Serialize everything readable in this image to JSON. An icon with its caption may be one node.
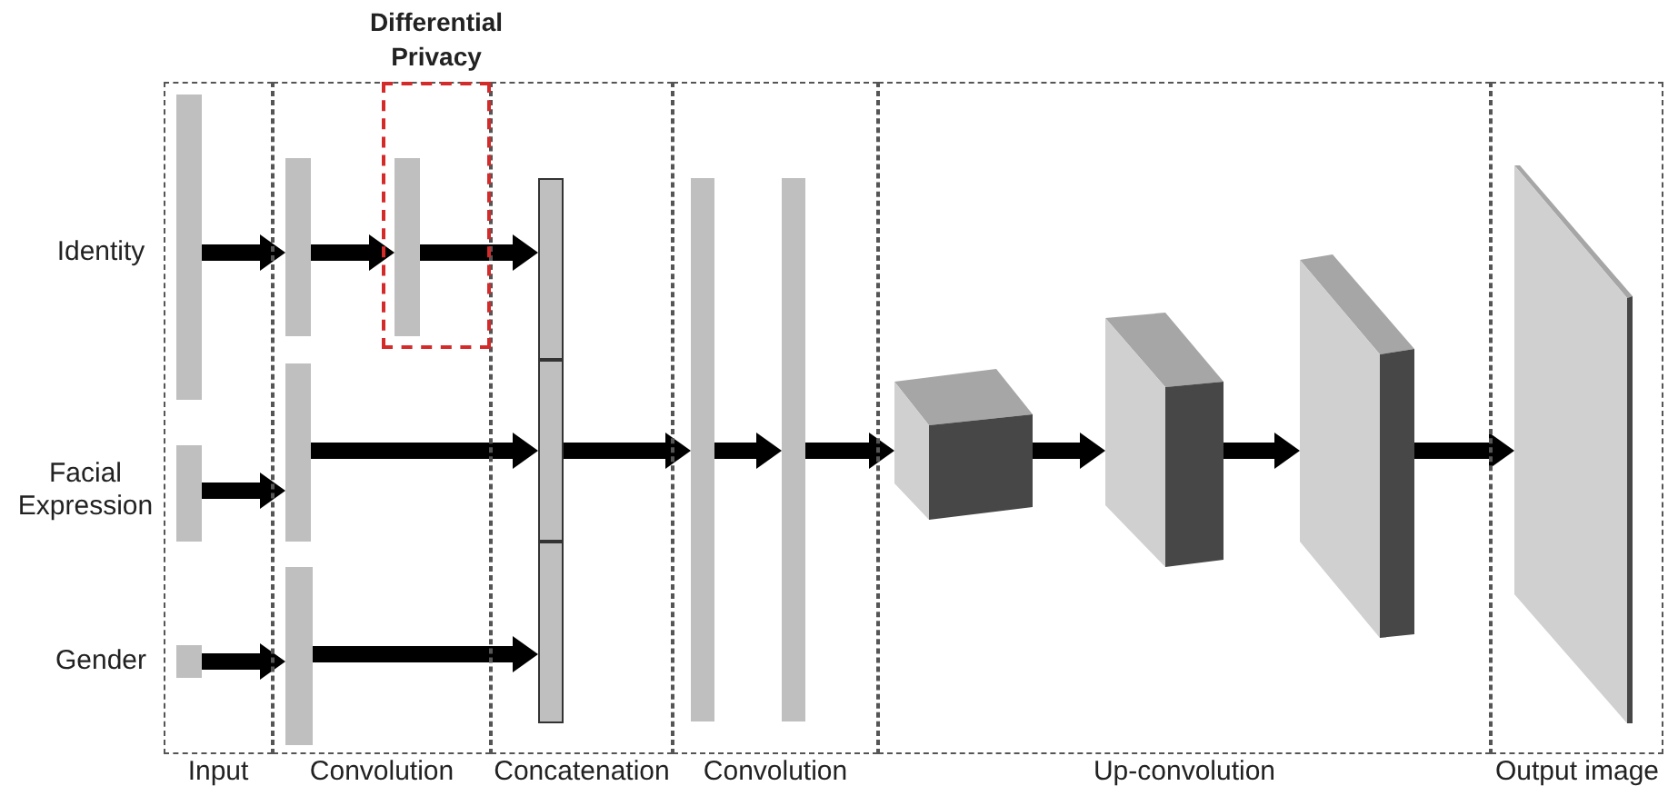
{
  "diagram": {
    "nodes": [
      {
        "text": [
          "Input"
        ]
      },
      {
        "text": [
          "Convolution"
        ]
      },
      {
        "text": [
          "Differential Privacy"
        ],
        "in": 1
      },
      {
        "text": [
          "Concatenation"
        ]
      },
      {
        "text": [
          "Convolution"
        ]
      },
      {
        "text": [
          "Up-convolution"
        ]
      },
      {
        "text": [
          "Output image"
        ]
      },
      {
        "text": [],
        "shape": "bar",
        "in": 0,
        "beside": [
          "Identity"
        ]
      },
      {
        "text": [],
        "shape": "bar",
        "in": 0,
        "beside": [
          "Facial Expression"
        ]
      },
      {
        "text": [],
        "shape": "bar",
        "in": 0,
        "beside": [
          "Gender"
        ]
      },
      {
        "text": [],
        "shape": "bar",
        "in": 1
      },
      {
        "text": [],
        "shape": "bar",
        "in": 1
      },
      {
        "text": [],
        "shape": "bar",
        "in": 1
      },
      {
        "text": [],
        "shape": "bar",
        "in": 2
      },
      {
        "text": [],
        "shape": "bar",
        "in": 3
      },
      {
        "text": [],
        "shape": "bar",
        "in": 3
      },
      {
        "text": [],
        "shape": "bar",
        "in": 3
      },
      {
        "text": [],
        "shape": "bar",
        "in": 4
      },
      {
        "text": [],
        "shape": "bar",
        "in": 4
      },
      {
        "text": [],
        "shape": "box",
        "in": 5
      },
      {
        "text": [],
        "shape": "box",
        "in": 5
      },
      {
        "text": [],
        "shape": "box",
        "in": 5
      },
      {
        "text": [],
        "shape": "box",
        "in": 6
      }
    ],
    "edges": [
      {
        "from": 7,
        "to": 10,
        "arrow": "to"
      },
      {
        "from": 8,
        "to": 11,
        "arrow": "to"
      },
      {
        "from": 9,
        "to": 12,
        "arrow": "to"
      },
      {
        "from": 10,
        "to": 13,
        "arrow": "to"
      },
      {
        "from": 13,
        "to": 14,
        "arrow": "to"
      },
      {
        "from": 11,
        "to": 15,
        "arrow": "to"
      },
      {
        "from": 12,
        "to": 16,
        "arrow": "to"
      },
      {
        "from": 15,
        "to": 17,
        "arrow": "to"
      },
      {
        "from": 17,
        "to": 18,
        "arrow": "to"
      },
      {
        "from": 18,
        "to": 19,
        "arrow": "to"
      },
      {
        "from": 19,
        "to": 20,
        "arrow": "to"
      },
      {
        "from": 20,
        "to": 21,
        "arrow": "to"
      },
      {
        "from": 21,
        "to": 22,
        "arrow": "to"
      }
    ]
  }
}
